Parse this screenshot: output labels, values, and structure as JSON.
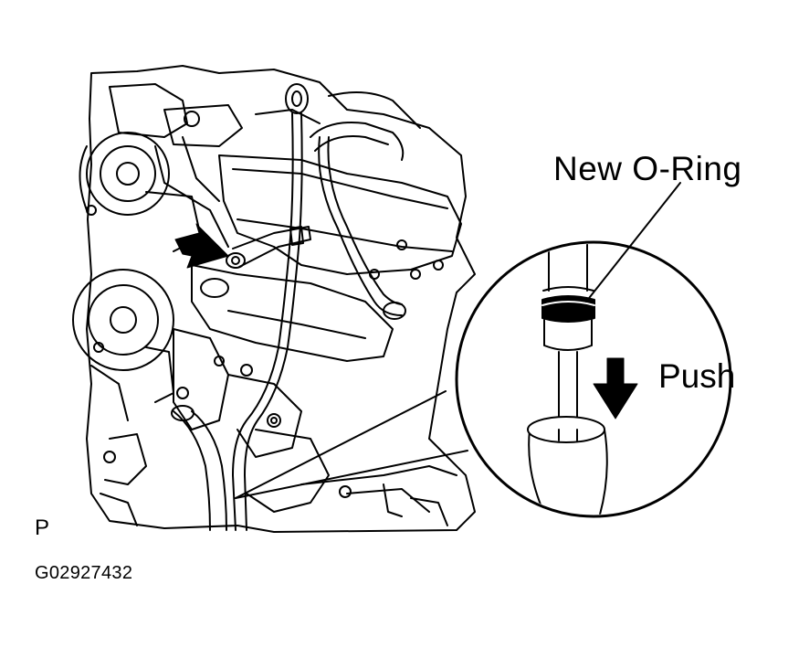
{
  "labels": {
    "new_o_ring": "New O-Ring",
    "push": "Push",
    "view": "P",
    "figure_id": "G02927432"
  },
  "colors": {
    "ink": "#000000",
    "paper": "#ffffff"
  },
  "icons": {
    "pointer": "arrow-right-icon",
    "push_direction": "arrow-down-icon"
  }
}
